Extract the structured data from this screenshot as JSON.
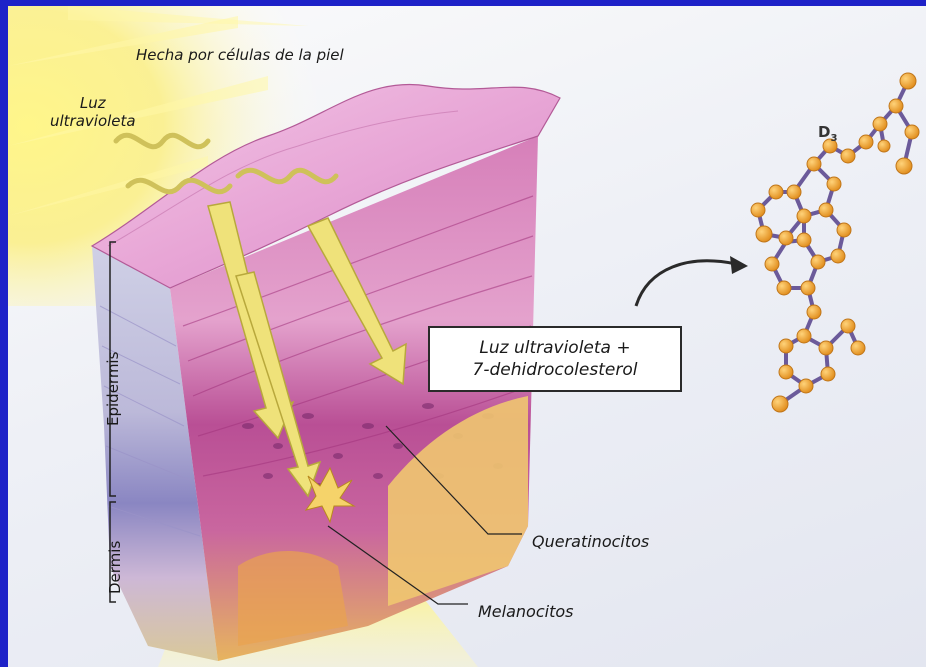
{
  "header_text": "Hecha por células de la piel",
  "uv_label_line1": "Luz",
  "uv_label_line2": "ultravioleta",
  "molecule_label": "D",
  "molecule_sub": "3",
  "callout": {
    "line1": "Luz ultravioleta +",
    "line2": "7-dehidrocolesterol"
  },
  "layers": {
    "epidermis": "Epidermis",
    "dermis": "Dermis"
  },
  "cells": {
    "keratinocytes": "Queratinocitos",
    "melanocytes": "Melanocitos"
  },
  "colors": {
    "frame": "#1e22c8",
    "sun": "#fff15a",
    "skin_pink": "#e7a2d2",
    "skin_magenta": "#b3428f",
    "dermis_yellow": "#f0c96c",
    "uv_arrow": "#efe27a",
    "atom": "#f2a93b"
  },
  "icons": [
    "sun-glow",
    "uv-wave",
    "uv-arrow",
    "curved-arrow",
    "molecule-d3"
  ]
}
